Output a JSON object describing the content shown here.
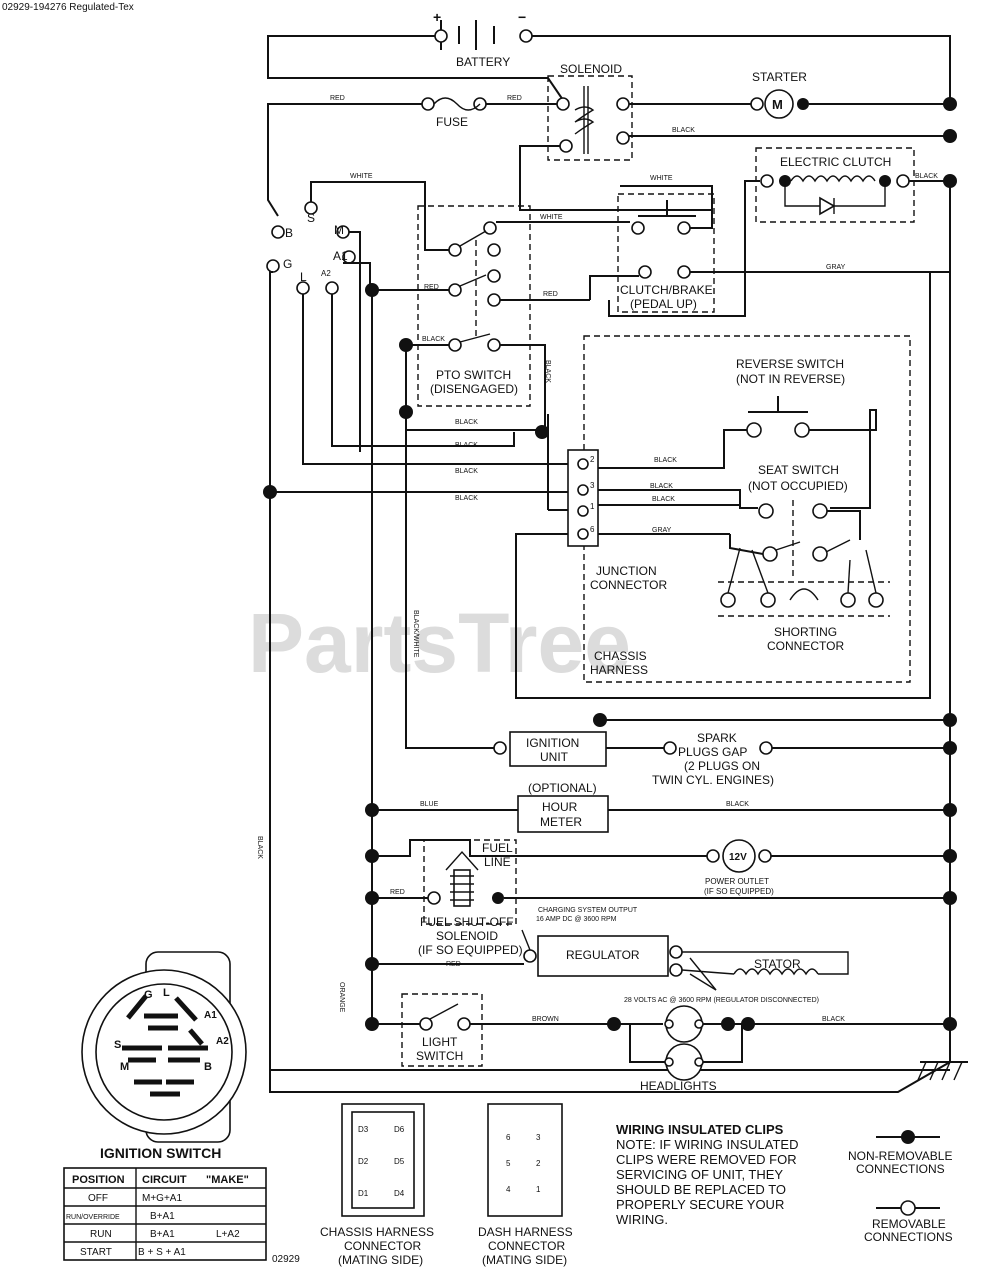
{
  "header": {
    "doc_id": "02929-194276  Regulated-Tex"
  },
  "watermark": "PartsTree",
  "footer_code": "02929",
  "components": {
    "battery": "BATTERY",
    "battery_plus": "+",
    "battery_minus": "−",
    "solenoid": "SOLENOID",
    "starter": "STARTER",
    "starter_symbol": "M",
    "fuse": "FUSE",
    "electric_clutch": "ELECTRIC CLUTCH",
    "pto_switch_1": "PTO SWITCH",
    "pto_switch_2": "(DISENGAGED)",
    "clutch_brake_1": "CLUTCH/BRAKE",
    "clutch_brake_2": "(PEDAL UP)",
    "reverse_switch_1": "REVERSE SWITCH",
    "reverse_switch_2": "(NOT IN REVERSE)",
    "seat_switch_1": "SEAT SWITCH",
    "seat_switch_2": "(NOT OCCUPIED)",
    "junction_1": "JUNCTION",
    "junction_2": "CONNECTOR",
    "shorting_1": "SHORTING",
    "shorting_2": "CONNECTOR",
    "chassis_harness_1": "CHASSIS",
    "chassis_harness_2": "HARNESS",
    "ignition_unit_1": "IGNITION",
    "ignition_unit_2": "UNIT",
    "spark_1": "SPARK",
    "spark_2": "PLUGS GAP",
    "spark_3": "(2 PLUGS ON",
    "spark_4": "TWIN CYL. ENGINES)",
    "optional": "(OPTIONAL)",
    "hour_meter_1": "HOUR",
    "hour_meter_2": "METER",
    "fuel_line_1": "FUEL",
    "fuel_line_2": "LINE",
    "power_outlet_symbol": "12V",
    "power_outlet_1": "POWER OUTLET",
    "power_outlet_2": "(IF SO EQUIPPED)",
    "fuel_shutoff_1": "FUEL SHUT-OFF",
    "fuel_shutoff_2": "SOLENOID",
    "fuel_shutoff_3": "(IF SO EQUIPPED)",
    "charging_1": "CHARGING SYSTEM OUTPUT",
    "charging_2": "16 AMP DC @ 3600 RPM",
    "regulator": "REGULATOR",
    "stator": "STATOR",
    "ac_note": "28 VOLTS AC @ 3600 RPM (REGULATOR DISCONNECTED)",
    "light_switch_1": "LIGHT",
    "light_switch_2": "SWITCH",
    "headlights": "HEADLIGHTS",
    "junction_pins": [
      "2",
      "3",
      "1",
      "6"
    ]
  },
  "wire_colors": {
    "red": "RED",
    "black": "BLACK",
    "white": "WHITE",
    "gray": "GRAY",
    "blue": "BLUE",
    "orange": "ORANGE",
    "brown": "BROWN",
    "black_white": "BLACK/WHITE"
  },
  "ignition_terminals": [
    "S",
    "M",
    "B",
    "G",
    "L",
    "A1",
    "A2"
  ],
  "ignition_switch": {
    "title": "IGNITION SWITCH",
    "face_labels": [
      "G",
      "L",
      "A1",
      "A2",
      "S",
      "M",
      "B"
    ],
    "table_headers": [
      "POSITION",
      "CIRCUIT",
      "\"MAKE\""
    ],
    "rows": [
      {
        "position": "OFF",
        "circuit": "M+G+A1",
        "extra": ""
      },
      {
        "position": "RUN/OVERRIDE",
        "circuit": "B+A1",
        "extra": ""
      },
      {
        "position": "RUN",
        "circuit": "B+A1",
        "extra": "L+A2"
      },
      {
        "position": "START",
        "circuit": "B + S + A1",
        "extra": ""
      }
    ]
  },
  "connectors": {
    "chassis": {
      "pins": [
        "D3",
        "D6",
        "D2",
        "D5",
        "D1",
        "D4"
      ],
      "label_1": "CHASSIS HARNESS",
      "label_2": "CONNECTOR",
      "label_3": "(MATING SIDE)"
    },
    "dash": {
      "pins": [
        "6",
        "3",
        "5",
        "2",
        "4",
        "1"
      ],
      "label_1": "DASH HARNESS",
      "label_2": "CONNECTOR",
      "label_3": "(MATING SIDE)"
    }
  },
  "notes": {
    "clips_title": "WIRING INSULATED CLIPS",
    "clips_lines": [
      "NOTE: IF WIRING INSULATED",
      "CLIPS WERE REMOVED FOR",
      "SERVICING OF UNIT, THEY",
      "SHOULD BE REPLACED TO",
      "PROPERLY SECURE YOUR",
      "WIRING."
    ]
  },
  "legend": {
    "nonremovable_1": "NON-REMOVABLE",
    "nonremovable_2": "CONNECTIONS",
    "removable_1": "REMOVABLE",
    "removable_2": "CONNECTIONS"
  }
}
